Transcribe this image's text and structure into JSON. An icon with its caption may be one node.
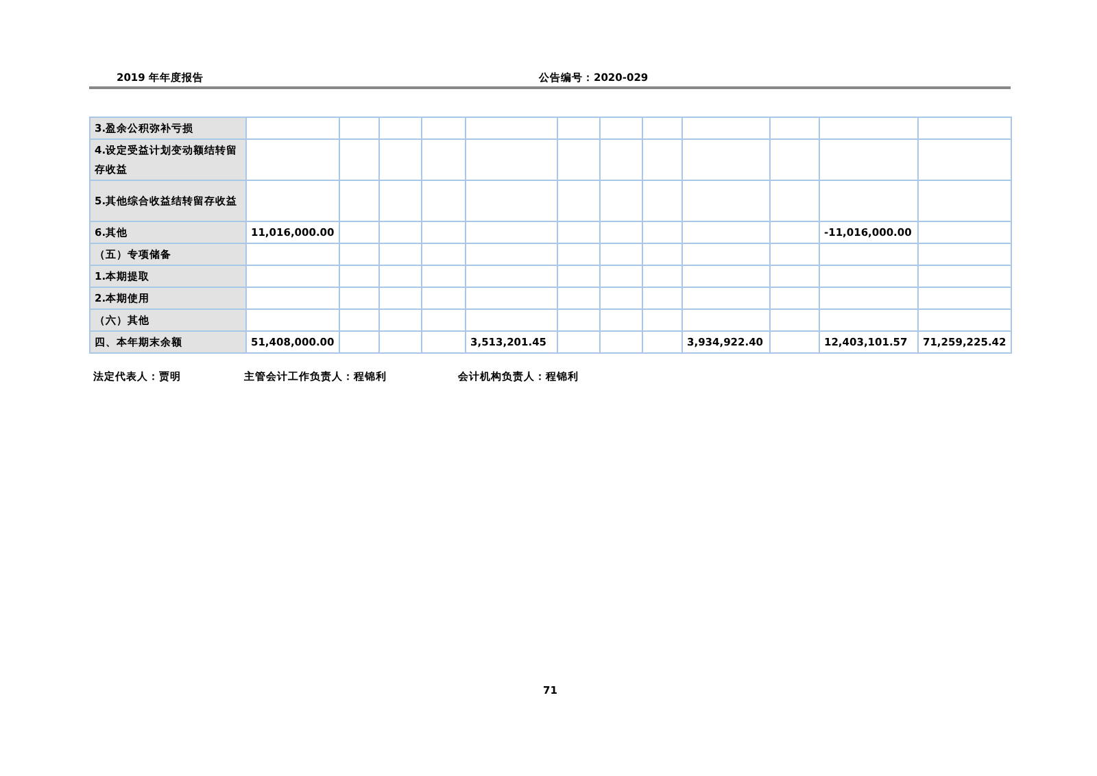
{
  "diagram": {
    "labels": [
      "2019 年年度报告",
      "公告编号：2020-029",
      "3.盈余公积弥补亏损",
      "4.设定受益计划变动额结转留存收益",
      "5.其他综合收益结转留存收益",
      "6.其他",
      "11,016,000.00",
      "-11,016,000.00",
      "（五）专项储备",
      "1.本期提取",
      "2.本期使用",
      "（六）其他",
      "四、本年期末余额",
      "51,408,000.00",
      "3,513,201.45",
      "3,934,922.40",
      "12,403,101.57",
      "71,259,225.42",
      "法定代表人：贾明",
      "主管会计工作负责人：程锦利",
      "会计机构负责人：程锦利",
      "71"
    ]
  }
}
